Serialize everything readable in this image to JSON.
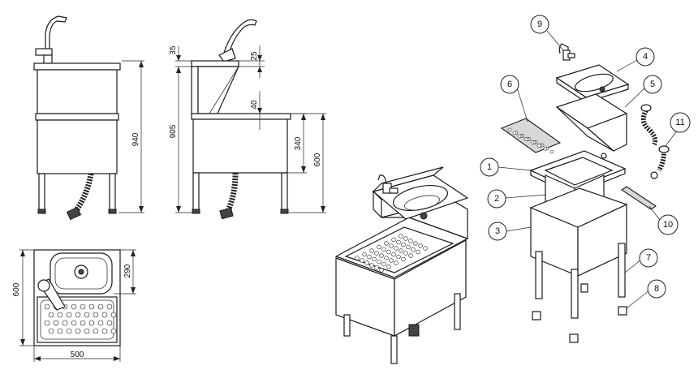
{
  "dimensions": {
    "front_height": "940",
    "side_height": "905",
    "side_top": "35",
    "side_faucet": "25",
    "side_splash": "40",
    "side_lower": "340",
    "side_counter": "600",
    "plan_depth": "600",
    "plan_basin": "290",
    "plan_width": "500"
  },
  "parts": [
    "1",
    "2",
    "3",
    "4",
    "5",
    "6",
    "7",
    "8",
    "9",
    "10",
    "11"
  ]
}
